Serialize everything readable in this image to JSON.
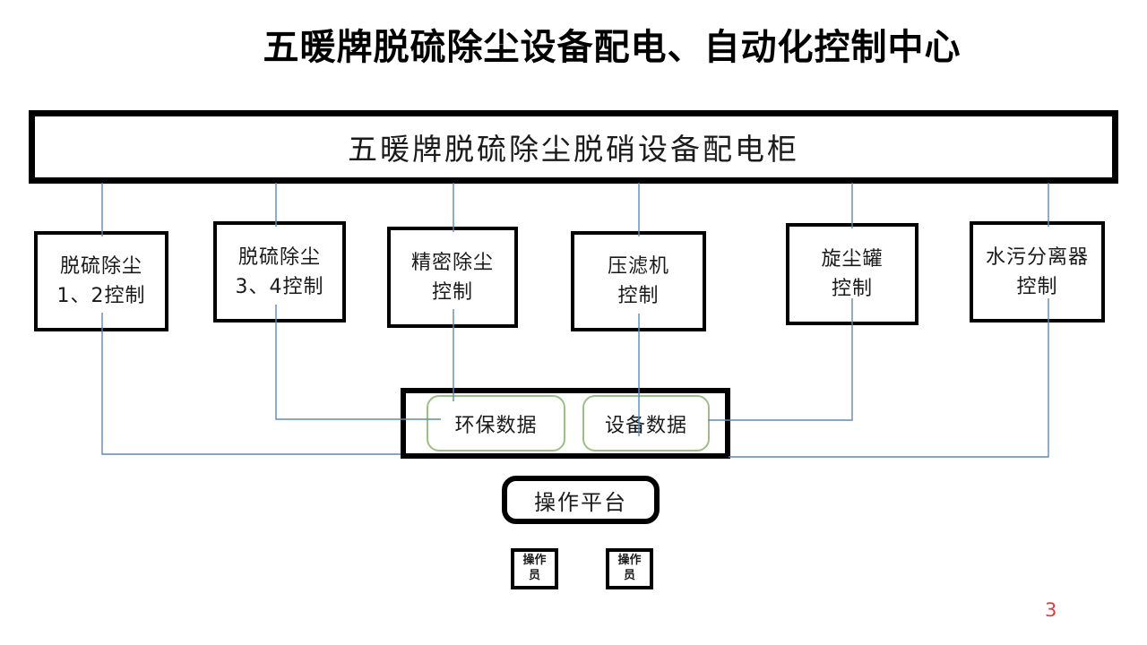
{
  "page": {
    "title": "五暖牌脱硫除尘设备配电、自动化控制中心",
    "page_number": "3"
  },
  "colors": {
    "connector_line": "#5E8AB4",
    "green_border": "#9CBF87",
    "page_number_red": "#CC4540",
    "box_border": "#000000"
  },
  "diagram": {
    "main_cabinet": {
      "label": "五暖牌脱硫除尘脱硝设备配电柜"
    },
    "control_units": [
      {
        "line1": "脱硫除尘",
        "line2": "1、2控制"
      },
      {
        "line1": "脱硫除尘",
        "line2": "3、4控制"
      },
      {
        "line1": "精密除尘",
        "line2": "控制"
      },
      {
        "line1": "压滤机",
        "line2": "控制"
      },
      {
        "line1": "旋尘罐",
        "line2": "控制"
      },
      {
        "line1": "水污分离器",
        "line2": "控制"
      }
    ],
    "data_hub": {
      "env_data": {
        "label": "环保数据"
      },
      "device_data": {
        "label": "设备数据"
      }
    },
    "operation_platform": {
      "label": "操作平台"
    },
    "operators": [
      {
        "line1": "操作",
        "line2": "员"
      },
      {
        "line1": "操作",
        "line2": "员"
      }
    ]
  }
}
